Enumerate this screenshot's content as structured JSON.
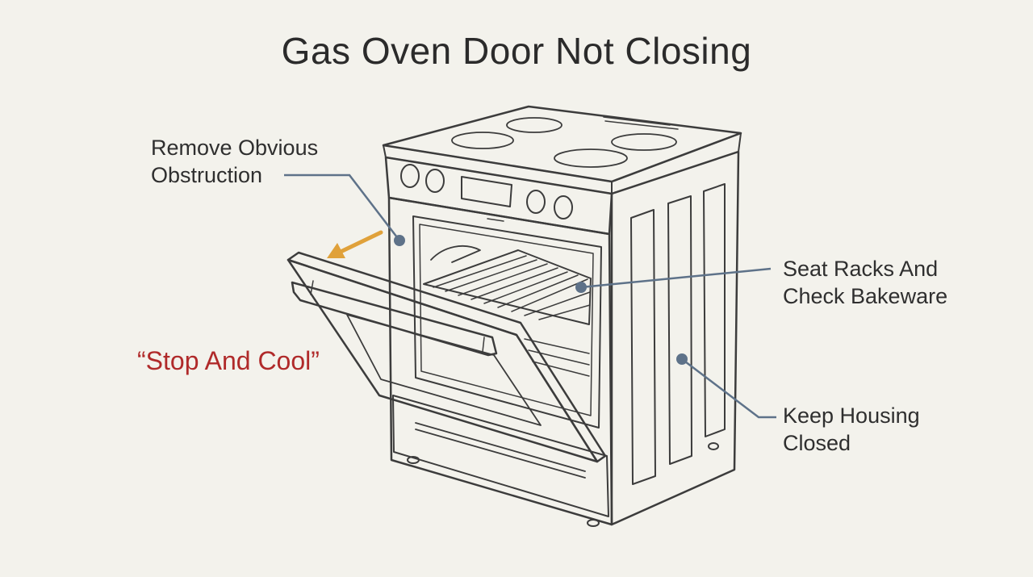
{
  "title": "Gas Oven Door Not Closing",
  "callouts": {
    "remove": {
      "line1": "Remove Obvious",
      "line2": "Obstruction"
    },
    "seat": {
      "line1": "Seat Racks And",
      "line2": "Check Bakeware"
    },
    "keep": {
      "line1": "Keep Housing",
      "line2": "Closed"
    },
    "warning": "“Stop And Cool”"
  },
  "colors": {
    "background": "#f3f2ec",
    "leader": "#5e7289",
    "warning": "#b02a2a",
    "arrow": "#e0a13a"
  }
}
